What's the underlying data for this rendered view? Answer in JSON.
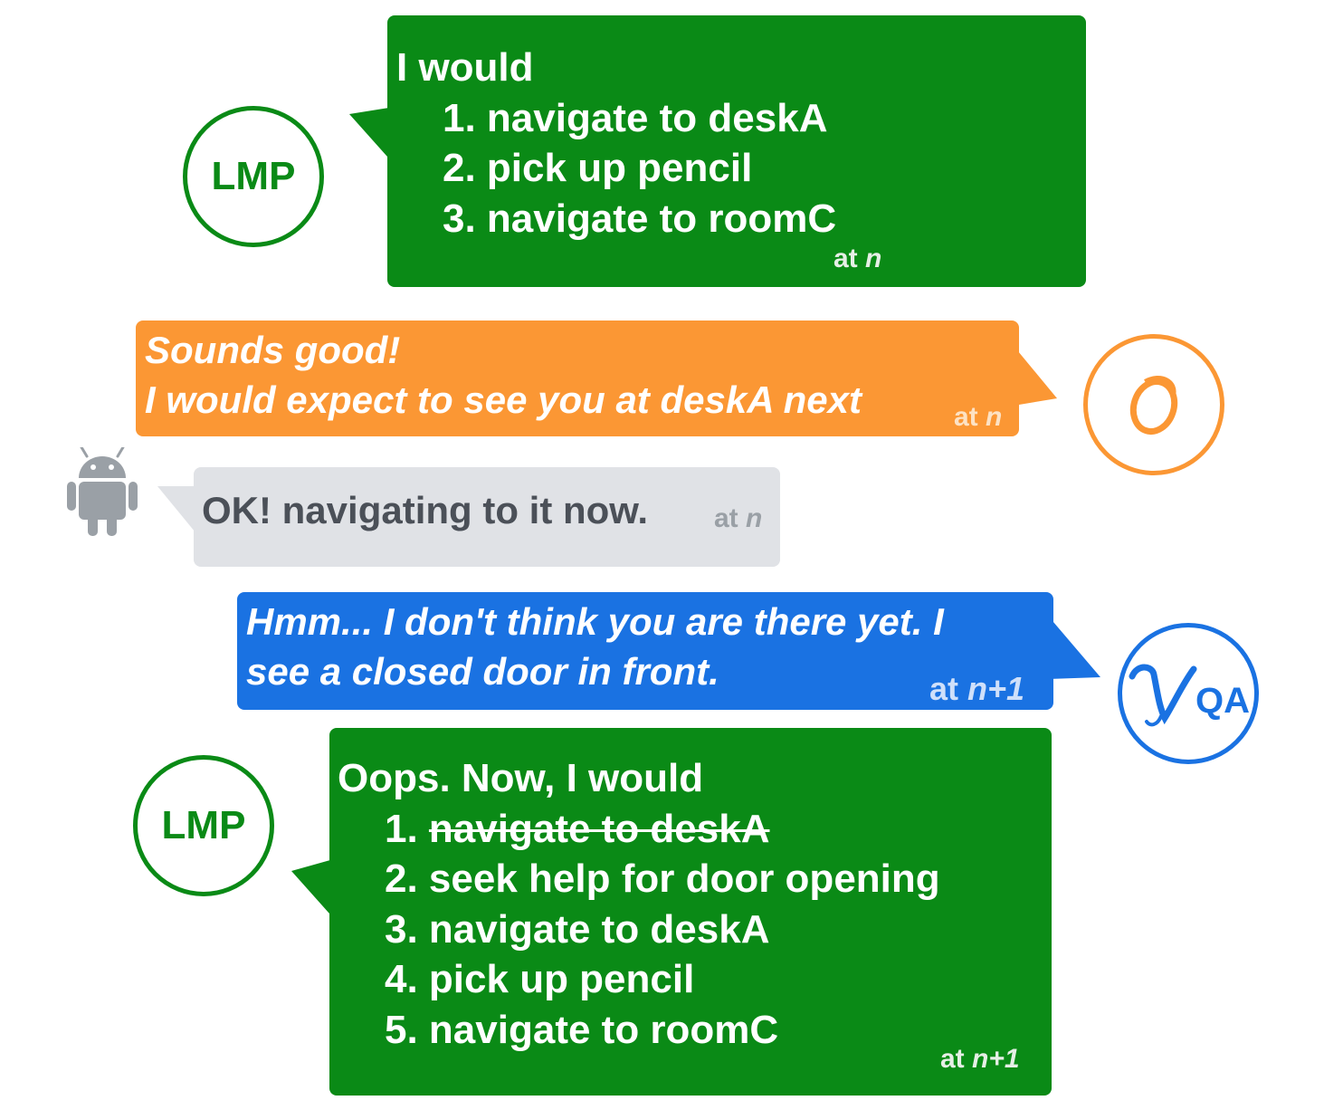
{
  "messages": [
    {
      "sender": "LMP",
      "intro": "I would",
      "steps": [
        "1. navigate to deskA",
        "2. pick up pencil",
        "3. navigate to roomC"
      ],
      "ts_prefix": "at ",
      "ts_var": "n"
    },
    {
      "sender_icon": "o-script-icon",
      "lines": [
        "Sounds good!",
        "I would expect to see you at deskA next"
      ],
      "ts_prefix": "at ",
      "ts_var": "n"
    },
    {
      "sender_icon": "android-robot-icon",
      "text": "OK! navigating to it now.",
      "ts_prefix": "at ",
      "ts_var": "n"
    },
    {
      "sender_icon": "vqa-logo-icon",
      "lines": [
        "Hmm... I don't think you are there yet. I",
        "see a closed door in front."
      ],
      "ts_prefix": "at ",
      "ts_var": "n+1"
    },
    {
      "sender": "LMP",
      "intro": "Oops. Now, I would",
      "steps": [
        {
          "num": "1. ",
          "text": "navigate to deskA",
          "struck": true
        },
        {
          "num": "2. ",
          "text": "seek help for door opening",
          "struck": false
        },
        {
          "num": "3. ",
          "text": "navigate to deskA",
          "struck": false
        },
        {
          "num": "4. ",
          "text": "pick up pencil",
          "struck": false
        },
        {
          "num": "5. ",
          "text": "navigate to roomC",
          "struck": false
        }
      ],
      "ts_prefix": "at ",
      "ts_var": "n+1"
    }
  ],
  "logos": {
    "vqa_suffix": "QA"
  },
  "colors": {
    "lmp_green": "#0a8a16",
    "observer_orange": "#fb9734",
    "robot_gray": "#e0e2e6",
    "robot_text": "#4b5058",
    "vqa_blue": "#1a72e2",
    "android_gray": "#9aa0a6"
  }
}
